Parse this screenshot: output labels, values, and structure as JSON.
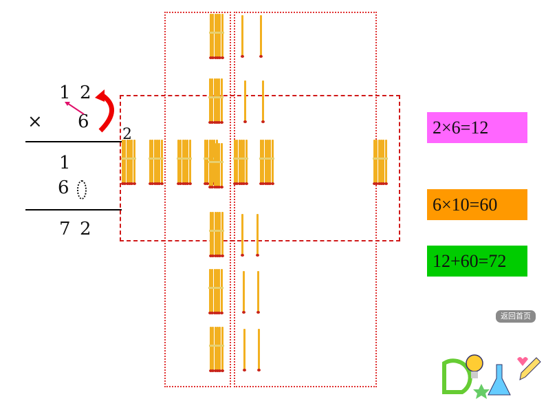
{
  "calculation": {
    "multiplicand": [
      "1",
      "2"
    ],
    "operator": "×",
    "multiplier": "6",
    "partial_one": "1",
    "partial_two": [
      "6",
      "0"
    ],
    "result": [
      "7",
      "2"
    ],
    "carry_label": "2"
  },
  "equations": [
    {
      "text": "2×6=12",
      "color": "#ff66ff"
    },
    {
      "text": "6×10=60",
      "color": "#ff9900"
    },
    {
      "text": "12+60=72",
      "color": "#00cc00"
    }
  ],
  "home_button": "返回首页"
}
